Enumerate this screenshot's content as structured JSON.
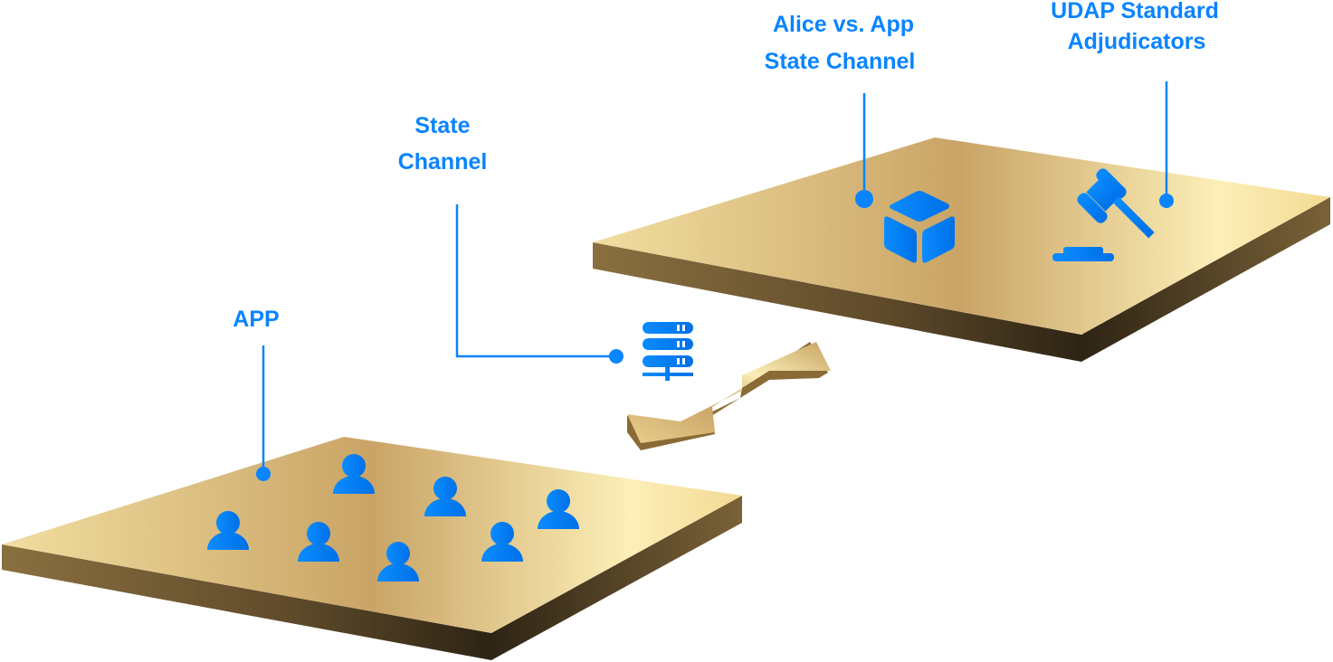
{
  "colors": {
    "accent": "#0a84ff",
    "gold_light": "#fbeeb6",
    "gold_mid": "#c9a466",
    "gold_dark": "#3a2d1a"
  },
  "labels": {
    "app": "APP",
    "state_channel": [
      "State",
      "Channel"
    ],
    "alice_channel": [
      "Alice vs. App",
      "State Channel"
    ],
    "adjudicators": [
      "UDAP Standard",
      "Adjudicators"
    ]
  },
  "icons": {
    "users": "user-icon",
    "server": "server-icon",
    "cube": "cube-icon",
    "gavel": "gavel-icon",
    "arrow": "double-arrow-icon"
  }
}
